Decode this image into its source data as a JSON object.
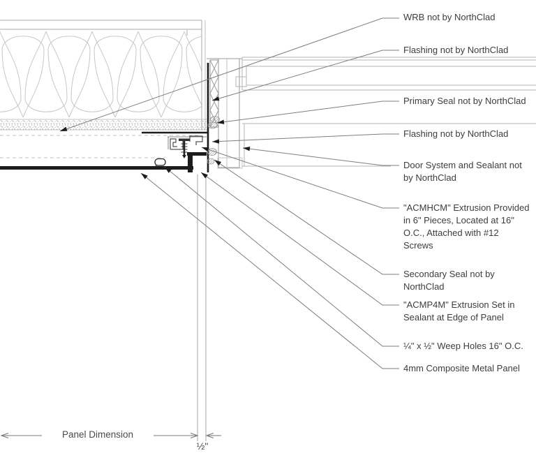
{
  "annotations": {
    "labels": [
      {
        "name": "wrb",
        "text": "WRB not by NorthClad"
      },
      {
        "name": "flashing-top",
        "text": "Flashing not by NorthClad"
      },
      {
        "name": "primary-seal",
        "text": "Primary Seal not by NorthClad"
      },
      {
        "name": "flashing-mid",
        "text": "Flashing not by NorthClad"
      },
      {
        "name": "door-system",
        "text": [
          "Door System and Sealant not",
          "by NorthClad"
        ]
      },
      {
        "name": "acmhcm-extrusion",
        "text": [
          "\"ACMHCM\" Extrusion Provided",
          "in 6\" Pieces, Located at 16\"",
          "O.C., Attached with #12",
          "Screws"
        ]
      },
      {
        "name": "secondary-seal",
        "text": [
          "Secondary Seal not by",
          "NorthClad"
        ]
      },
      {
        "name": "acmp4m-extrusion",
        "text": [
          "\"ACMP4M\" Extrusion Set in",
          "Sealant at Edge of Panel"
        ]
      },
      {
        "name": "weep-holes",
        "text": "¼\" x ½\" Weep Holes 16\" O.C."
      },
      {
        "name": "composite-panel",
        "text": "4mm Composite Metal Panel"
      }
    ]
  },
  "dimensions": {
    "panel_dimension_label": "Panel Dimension",
    "half_inch_label": "½\""
  },
  "colors": {
    "heavy_line": "#1c1c1c",
    "leader_line": "#7d7d7d",
    "light_line": "#b5b5b5",
    "text": "#3d3d3d",
    "background": "#ffffff"
  }
}
